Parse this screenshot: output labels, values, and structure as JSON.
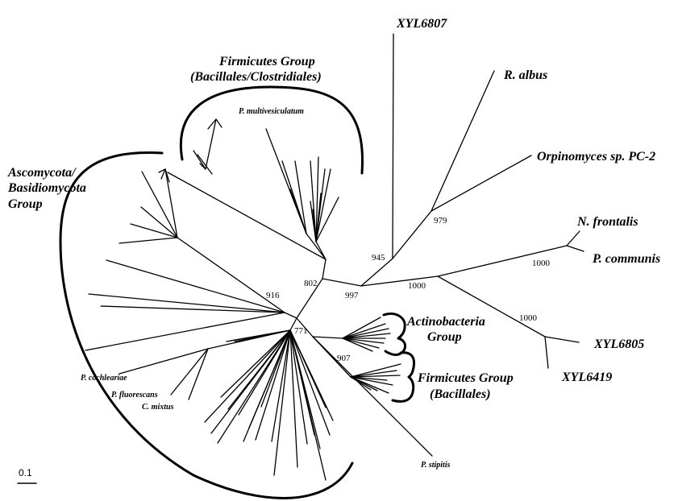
{
  "taxa": {
    "xyl6807": "XYL6807",
    "r_albus": "R. albus",
    "orpinomyces": "Orpinomyces sp. PC-2",
    "n_frontalis": "N. frontalis",
    "p_communis": "P. communis",
    "xyl6805": "XYL6805",
    "xyl6419": "XYL6419",
    "p_multivesiculatum": "P. multivesiculatum",
    "p_cochleariae": "P. cochleariae",
    "p_fluorescans": "P. fluorescans",
    "c_mixtus": "C. mixtus",
    "p_stipitis": "P. stipitis"
  },
  "groups": {
    "firmicutes_bc_line1": "Firmicutes Group",
    "firmicutes_bc_line2": "(Bacillales/Clostridiales)",
    "ascomycota_line1": "Ascomycota/",
    "ascomycota_line2": "Basidiomycota",
    "ascomycota_line3": "Group",
    "actinobacteria_line1": "Actinobacteria",
    "actinobacteria_line2": "Group",
    "firmicutes_b_line1": "Firmicutes Group",
    "firmicutes_b_line2": "(Bacillales)"
  },
  "bootstrap": {
    "b945": "945",
    "b979": "979",
    "b1000_top": "1000",
    "b1000_mid": "1000",
    "b1000_bottom": "1000",
    "b802": "802",
    "b997": "997",
    "b916": "916",
    "b771": "771",
    "b907": "907"
  },
  "scale_bar": {
    "label": "0.1"
  }
}
